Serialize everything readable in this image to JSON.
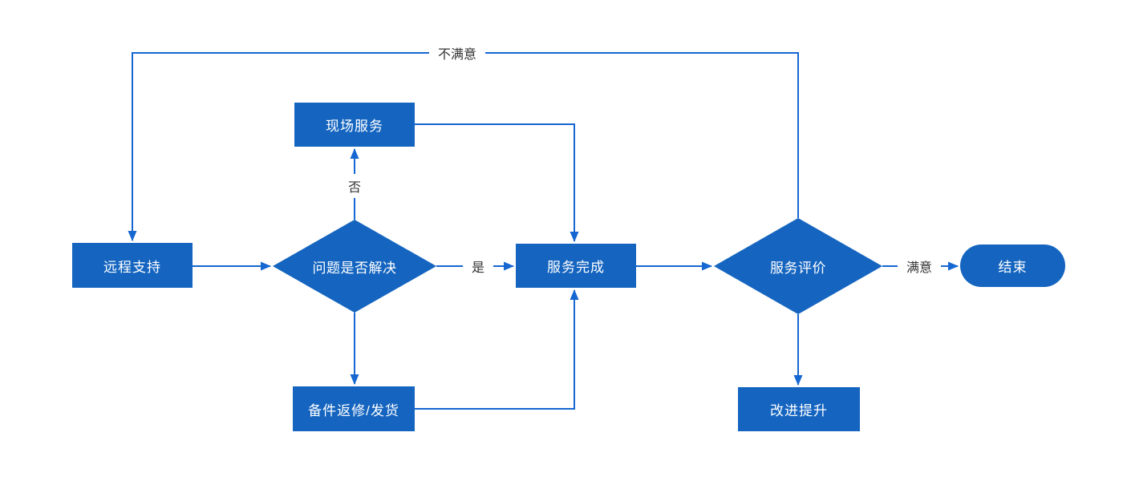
{
  "diagram": {
    "type": "flowchart",
    "colors": {
      "node_fill": "#1565c0",
      "line_color": "#1667d2",
      "node_text": "#ffffff",
      "label_text": "#333333",
      "background": "#ffffff"
    },
    "nodes": [
      {
        "id": "remote-support",
        "shape": "rect",
        "label": "远程支持"
      },
      {
        "id": "problem-solved",
        "shape": "diamond",
        "label": "问题是否解决"
      },
      {
        "id": "onsite-service",
        "shape": "rect",
        "label": "现场服务"
      },
      {
        "id": "service-complete",
        "shape": "rect",
        "label": "服务完成"
      },
      {
        "id": "spare-parts",
        "shape": "rect",
        "label": "备件返修/发货"
      },
      {
        "id": "service-evaluation",
        "shape": "diamond",
        "label": "服务评价"
      },
      {
        "id": "end",
        "shape": "terminator",
        "label": "结束"
      },
      {
        "id": "improvement",
        "shape": "rect",
        "label": "改进提升"
      }
    ],
    "edge_labels": [
      {
        "id": "not-satisfied",
        "text": "不满意"
      },
      {
        "id": "no",
        "text": "否"
      },
      {
        "id": "yes",
        "text": "是"
      },
      {
        "id": "satisfied",
        "text": "满意"
      }
    ],
    "edges": [
      {
        "from": "remote-support",
        "to": "problem-solved",
        "label": ""
      },
      {
        "from": "problem-solved",
        "to": "onsite-service",
        "label": "否"
      },
      {
        "from": "problem-solved",
        "to": "service-complete",
        "label": "是"
      },
      {
        "from": "problem-solved",
        "to": "spare-parts",
        "label": ""
      },
      {
        "from": "onsite-service",
        "to": "service-complete",
        "label": ""
      },
      {
        "from": "spare-parts",
        "to": "service-complete",
        "label": ""
      },
      {
        "from": "service-complete",
        "to": "service-evaluation",
        "label": ""
      },
      {
        "from": "service-evaluation",
        "to": "end",
        "label": "满意"
      },
      {
        "from": "service-evaluation",
        "to": "improvement",
        "label": ""
      },
      {
        "from": "service-evaluation",
        "to": "remote-support",
        "label": "不满意"
      }
    ]
  }
}
